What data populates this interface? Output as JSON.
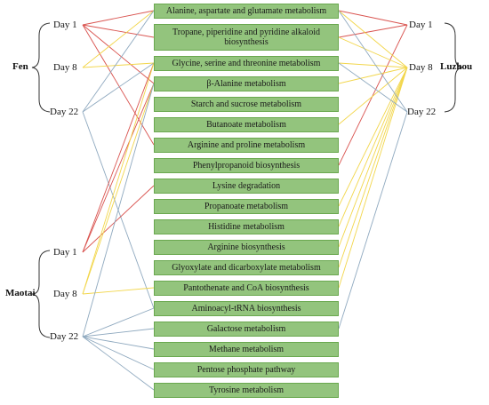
{
  "colors": {
    "day1": "#d9534f",
    "day8": "#f2d64b",
    "day22": "#8fa9bf",
    "box_fill": "#93c47d",
    "box_border": "#6aa84f"
  },
  "groups": {
    "fen": "Fen",
    "luzhou": "Luzhou",
    "maotai": "Maotai"
  },
  "days": {
    "fen": [
      "Day 1",
      "Day 8",
      "Day 22"
    ],
    "luzhou": [
      "Day 1",
      "Day 8",
      "Day 22"
    ],
    "maotai": [
      "Day 1",
      "Day 8",
      "Day 22"
    ]
  },
  "pathways": [
    "Alanine, aspartate and glutamate metabolism",
    "Tropane, piperidine and pyridine alkaloid biosynthesis",
    "Glycine, serine and threonine metabolism",
    "β-Alanine metabolism",
    "Starch and sucrose metabolism",
    "Butanoate metabolism",
    "Arginine and proline metabolism",
    "Phenylpropanoid biosynthesis",
    "Lysine degradation",
    "Propanoate metabolism",
    "Histidine metabolism",
    "Arginine biosynthesis",
    "Glyoxylate and dicarboxylate metabolism",
    "Pantothenate and CoA biosynthesis",
    "Aminoacyl-tRNA biosynthesis",
    "Galactose metabolism",
    "Methane metabolism",
    "Pentose phosphate pathway",
    "Tyrosine metabolism"
  ],
  "links": {
    "fen": [
      {
        "day": 0,
        "targets": [
          0,
          1,
          3,
          6
        ]
      },
      {
        "day": 1,
        "targets": [
          0,
          2
        ]
      },
      {
        "day": 2,
        "targets": [
          0,
          2,
          14
        ]
      }
    ],
    "luzhou": [
      {
        "day": 0,
        "targets": [
          0,
          1,
          7
        ]
      },
      {
        "day": 1,
        "targets": [
          0,
          1,
          2,
          3,
          5,
          9,
          10,
          11,
          12,
          13
        ]
      },
      {
        "day": 2,
        "targets": [
          0,
          2,
          15
        ]
      }
    ],
    "maotai": [
      {
        "day": 0,
        "targets": [
          2,
          3,
          8
        ]
      },
      {
        "day": 1,
        "targets": [
          2,
          3,
          13
        ]
      },
      {
        "day": 2,
        "targets": [
          3,
          14,
          15,
          16,
          17,
          18
        ]
      }
    ]
  }
}
